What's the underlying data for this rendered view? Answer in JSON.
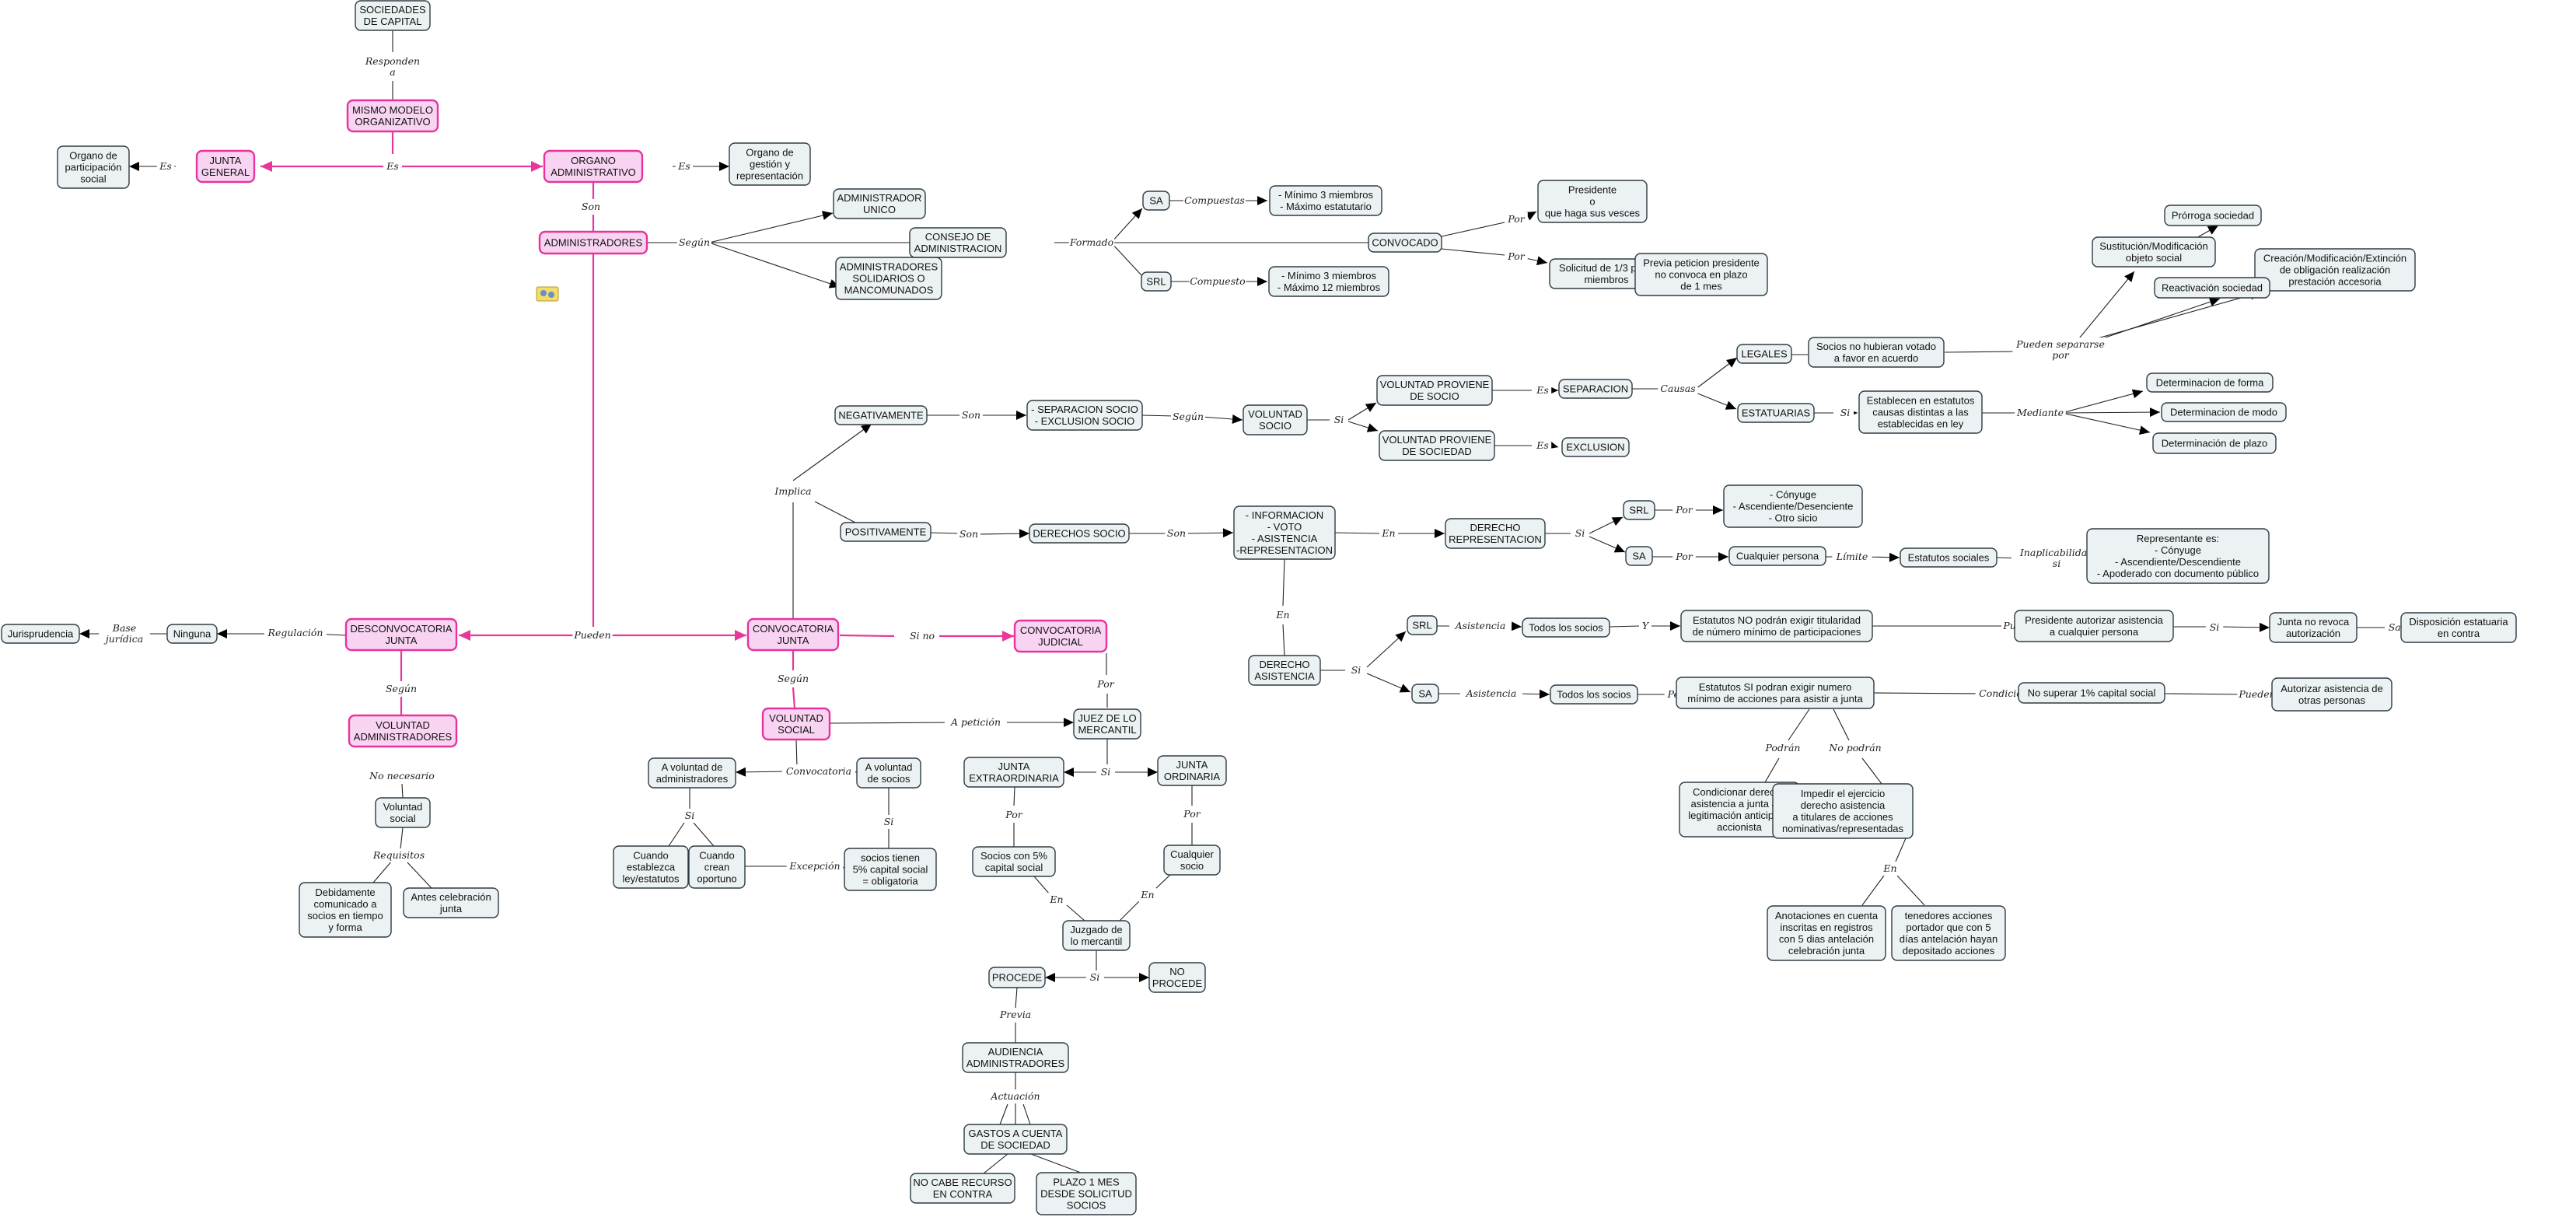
{
  "nodes": [
    {
      "id": "sociedades",
      "lines": [
        "SOCIEDADES",
        "DE CAPITAL"
      ],
      "pink": false
    },
    {
      "id": "mismo_modelo",
      "lines": [
        "MISMO MODELO",
        "ORGANIZATIVO"
      ],
      "pink": true
    },
    {
      "id": "organo_part",
      "lines": [
        "Organo de",
        "participación",
        "social"
      ],
      "pink": false
    },
    {
      "id": "junta_general",
      "lines": [
        "JUNTA",
        "GENERAL"
      ],
      "pink": true
    },
    {
      "id": "organo_adm",
      "lines": [
        "ORGANO",
        "ADMINISTRATIVO"
      ],
      "pink": true
    },
    {
      "id": "organo_gestion",
      "lines": [
        "Organo de",
        "gestión y",
        "representación"
      ],
      "pink": false
    },
    {
      "id": "administradores",
      "lines": [
        "ADMINISTRADORES"
      ],
      "pink": true
    },
    {
      "id": "adm_unico",
      "lines": [
        "ADMINISTRADOR",
        "UNICO"
      ],
      "pink": false
    },
    {
      "id": "adm_solidarios",
      "lines": [
        "ADMINISTRADORES",
        "SOLIDARIOS O",
        "MANCOMUNADOS"
      ],
      "pink": false
    },
    {
      "id": "consejo",
      "lines": [
        "CONSEJO DE",
        "ADMINISTRACION"
      ],
      "pink": false
    },
    {
      "id": "sa1",
      "lines": [
        "SA"
      ],
      "pink": false
    },
    {
      "id": "srl1",
      "lines": [
        "SRL"
      ],
      "pink": false
    },
    {
      "id": "min3_max_est",
      "lines": [
        "- Mínimo 3 miembros",
        "- Máximo estatutario"
      ],
      "pink": false
    },
    {
      "id": "min3_max12",
      "lines": [
        "- Mínimo 3 miembros",
        "- Máximo 12 miembros"
      ],
      "pink": false
    },
    {
      "id": "convocado",
      "lines": [
        "CONVOCADO"
      ],
      "pink": false
    },
    {
      "id": "presidente",
      "lines": [
        "Presidente",
        "o",
        "que haga sus vesces"
      ],
      "pink": false
    },
    {
      "id": "solicitud13",
      "lines": [
        "Solicitud de 1/3 parte",
        "miembros"
      ],
      "pink": false
    },
    {
      "id": "previa_peticion",
      "lines": [
        "Previa peticion presidente",
        "no convoca en plazo",
        "de 1 mes"
      ],
      "pink": false
    },
    {
      "id": "prorroga",
      "lines": [
        "Prórroga sociedad"
      ],
      "pink": false
    },
    {
      "id": "sustitucion",
      "lines": [
        "Sustitución/Modificación",
        "objeto social"
      ],
      "pink": false
    },
    {
      "id": "creacion",
      "lines": [
        "Creación/Modificación/Extinción",
        "de obligación realización",
        "prestación accesoria"
      ],
      "pink": false
    },
    {
      "id": "reactivacion",
      "lines": [
        "Reactivación sociedad"
      ],
      "pink": false
    },
    {
      "id": "legales",
      "lines": [
        "LEGALES"
      ],
      "pink": false
    },
    {
      "id": "socios_no_votado",
      "lines": [
        "Socios no hubieran votado",
        "a favor en acuerdo"
      ],
      "pink": false
    },
    {
      "id": "separacion",
      "lines": [
        "SEPARACION"
      ],
      "pink": false
    },
    {
      "id": "estatuarias",
      "lines": [
        "ESTATUARIAS"
      ],
      "pink": false
    },
    {
      "id": "establecen",
      "lines": [
        "Establecen en estatutos",
        "causas distintas a las",
        "establecidas en ley"
      ],
      "pink": false
    },
    {
      "id": "det_forma",
      "lines": [
        "Determinacion de forma"
      ],
      "pink": false
    },
    {
      "id": "det_modo",
      "lines": [
        "Determinacion  de modo"
      ],
      "pink": false
    },
    {
      "id": "det_plazo",
      "lines": [
        "Determinación de plazo"
      ],
      "pink": false
    },
    {
      "id": "negativamente",
      "lines": [
        "NEGATIVAMENTE"
      ],
      "pink": false
    },
    {
      "id": "sep_excl",
      "lines": [
        "- SEPARACION SOCIO",
        "- EXCLUSION SOCIO"
      ],
      "pink": false
    },
    {
      "id": "voluntad_socio",
      "lines": [
        "VOLUNTAD",
        "SOCIO"
      ],
      "pink": false
    },
    {
      "id": "vol_proviene_socio",
      "lines": [
        "VOLUNTAD PROVIENE",
        "DE SOCIO"
      ],
      "pink": false
    },
    {
      "id": "vol_proviene_soc",
      "lines": [
        "VOLUNTAD PROVIENE",
        "DE SOCIEDAD"
      ],
      "pink": false
    },
    {
      "id": "exclusion",
      "lines": [
        "EXCLUSION"
      ],
      "pink": false
    },
    {
      "id": "positivamente",
      "lines": [
        "POSITIVAMENTE"
      ],
      "pink": false
    },
    {
      "id": "derechos_socio",
      "lines": [
        "DERECHOS SOCIO"
      ],
      "pink": false
    },
    {
      "id": "informacion",
      "lines": [
        "- INFORMACION",
        "- VOTO",
        "- ASISTENCIA",
        "-REPRESENTACION"
      ],
      "pink": false
    },
    {
      "id": "derecho_repr",
      "lines": [
        "DERECHO",
        "REPRESENTACION"
      ],
      "pink": false
    },
    {
      "id": "srl2",
      "lines": [
        "SRL"
      ],
      "pink": false
    },
    {
      "id": "sa2",
      "lines": [
        "SA"
      ],
      "pink": false
    },
    {
      "id": "conyuge",
      "lines": [
        "- Cónyuge",
        "- Ascendiente/Desenciente",
        "- Otro sicio"
      ],
      "pink": false
    },
    {
      "id": "cualquier_persona",
      "lines": [
        "Cualquier persona"
      ],
      "pink": false
    },
    {
      "id": "estatutos_sociales",
      "lines": [
        "Estatutos sociales"
      ],
      "pink": false
    },
    {
      "id": "representante",
      "lines": [
        "Representante es:",
        "- Cónyuge",
        "- Ascendiente/Descendiente",
        "- Apoderado con documento público"
      ],
      "pink": false
    },
    {
      "id": "derecho_asistencia",
      "lines": [
        "DERECHO",
        "ASISTENCIA"
      ],
      "pink": false
    },
    {
      "id": "srl3",
      "lines": [
        "SRL"
      ],
      "pink": false
    },
    {
      "id": "sa3",
      "lines": [
        "SA"
      ],
      "pink": false
    },
    {
      "id": "todos_socios1",
      "lines": [
        "Todos los socios"
      ],
      "pink": false
    },
    {
      "id": "todos_socios2",
      "lines": [
        "Todos los socios"
      ],
      "pink": false
    },
    {
      "id": "estatutos_no",
      "lines": [
        "Estatutos NO podrán exigir titularidad",
        "de número mínimo de participaciones"
      ],
      "pink": false
    },
    {
      "id": "estatutos_si",
      "lines": [
        "Estatutos SI podran exigir numero",
        "mínimo de acciones para asistir a junta"
      ],
      "pink": false
    },
    {
      "id": "presidente_autorizar",
      "lines": [
        "Presidente autorizar asistencia",
        "a cualquier persona"
      ],
      "pink": false
    },
    {
      "id": "junta_no_revoca",
      "lines": [
        "Junta no revoca",
        "autorización"
      ],
      "pink": false
    },
    {
      "id": "disposicion",
      "lines": [
        "Disposición estatuaria",
        "en contra"
      ],
      "pink": false
    },
    {
      "id": "no_superar",
      "lines": [
        "No superar 1% capital social"
      ],
      "pink": false
    },
    {
      "id": "autorizar_asistencia",
      "lines": [
        "Autorizar asistencia de",
        "otras personas"
      ],
      "pink": false
    },
    {
      "id": "condicionar",
      "lines": [
        "Condicionar derecho",
        "asistencia a junta a la",
        "legitimación anticipada",
        "accionista"
      ],
      "pink": false
    },
    {
      "id": "impedir",
      "lines": [
        "Impedir el ejercicio",
        "derecho asistencia",
        "a titulares de acciones",
        "nominativas/representadas"
      ],
      "pink": false
    },
    {
      "id": "anotaciones",
      "lines": [
        "Anotaciones en cuenta",
        "inscritas en registros",
        "con 5 dias antelación",
        "celebración junta"
      ],
      "pink": false
    },
    {
      "id": "tenedores",
      "lines": [
        "tenedores acciones",
        "portador que con 5",
        "días antelación hayan",
        "depositado acciones"
      ],
      "pink": false
    },
    {
      "id": "jurisprudencia",
      "lines": [
        "Jurisprudencia"
      ],
      "pink": false
    },
    {
      "id": "ninguna",
      "lines": [
        "Ninguna"
      ],
      "pink": false
    },
    {
      "id": "desconvocatoria",
      "lines": [
        "DESCONVOCATORIA",
        "JUNTA"
      ],
      "pink": true
    },
    {
      "id": "voluntad_adm",
      "lines": [
        "VOLUNTAD",
        "ADMINISTRADORES"
      ],
      "pink": true
    },
    {
      "id": "voluntad_social",
      "lines": [
        "Voluntad",
        "social"
      ],
      "pink": false
    },
    {
      "id": "debidamente",
      "lines": [
        "Debidamente",
        "comunicado a",
        "socios en tiempo",
        "y forma"
      ],
      "pink": false
    },
    {
      "id": "antes_celebracion",
      "lines": [
        "Antes celebración",
        "junta"
      ],
      "pink": false
    },
    {
      "id": "convocatoria_junta",
      "lines": [
        "CONVOCATORIA",
        "JUNTA"
      ],
      "pink": true
    },
    {
      "id": "convocatoria_judicial",
      "lines": [
        "CONVOCATORIA",
        "JUDICIAL"
      ],
      "pink": true
    },
    {
      "id": "voluntad_social_p",
      "lines": [
        "VOLUNTAD",
        "SOCIAL"
      ],
      "pink": true
    },
    {
      "id": "juez_mercantil",
      "lines": [
        "JUEZ DE LO",
        "MERCANTIL"
      ],
      "pink": false
    },
    {
      "id": "a_vol_adm",
      "lines": [
        "A voluntad de",
        "administradores"
      ],
      "pink": false
    },
    {
      "id": "a_vol_socios",
      "lines": [
        "A voluntad",
        "de socios"
      ],
      "pink": false
    },
    {
      "id": "cuando_establezca",
      "lines": [
        "Cuando",
        "establezca",
        "ley/estatutos"
      ],
      "pink": false
    },
    {
      "id": "cuando_crean",
      "lines": [
        "Cuando",
        "crean",
        "oportuno"
      ],
      "pink": false
    },
    {
      "id": "socios_tienen",
      "lines": [
        "socios tienen",
        "5% capital social",
        "= obligatoria"
      ],
      "pink": false
    },
    {
      "id": "junta_extra",
      "lines": [
        "JUNTA",
        "EXTRAORDINARIA"
      ],
      "pink": false
    },
    {
      "id": "junta_ord",
      "lines": [
        "JUNTA",
        "ORDINARIA"
      ],
      "pink": false
    },
    {
      "id": "socios_5",
      "lines": [
        "Socios con 5%",
        "capital social"
      ],
      "pink": false
    },
    {
      "id": "cualquier_socio",
      "lines": [
        "Cualquier",
        "socio"
      ],
      "pink": false
    },
    {
      "id": "juzgado",
      "lines": [
        "Juzgado de",
        "lo mercantil"
      ],
      "pink": false
    },
    {
      "id": "procede",
      "lines": [
        "PROCEDE"
      ],
      "pink": false
    },
    {
      "id": "no_procede",
      "lines": [
        "NO",
        "PROCEDE"
      ],
      "pink": false
    },
    {
      "id": "audiencia",
      "lines": [
        "AUDIENCIA",
        "ADMINISTRADORES"
      ],
      "pink": false
    },
    {
      "id": "gastos",
      "lines": [
        "GASTOS A CUENTA",
        "DE SOCIEDAD"
      ],
      "pink": false
    },
    {
      "id": "no_cabe",
      "lines": [
        "NO CABE RECURSO",
        "EN CONTRA"
      ],
      "pink": false
    },
    {
      "id": "plazo_1mes",
      "lines": [
        "PLAZO 1 MES",
        "DESDE SOLICITUD",
        "SOCIOS"
      ],
      "pink": false
    }
  ],
  "links": [
    {
      "id": "l_responden",
      "text": [
        "Responden",
        "a"
      ]
    },
    {
      "id": "l_es_center",
      "text": [
        "Es"
      ]
    },
    {
      "id": "l_es_jg",
      "text": [
        "Es"
      ]
    },
    {
      "id": "l_es_oa",
      "text": [
        "Es"
      ]
    },
    {
      "id": "l_son",
      "text": [
        "Son"
      ]
    },
    {
      "id": "l_segun_adm",
      "text": [
        "Según"
      ]
    },
    {
      "id": "l_formado",
      "text": [
        "Formado"
      ]
    },
    {
      "id": "l_compuestas",
      "text": [
        "Compuestas"
      ]
    },
    {
      "id": "l_compuesto",
      "text": [
        "Compuesto"
      ]
    },
    {
      "id": "l_por1",
      "text": [
        "Por"
      ]
    },
    {
      "id": "l_por2",
      "text": [
        "Por"
      ]
    },
    {
      "id": "l_si_prev",
      "text": [
        "Si"
      ]
    },
    {
      "id": "l_pueden_separarse",
      "text": [
        "Pueden separarse",
        "por"
      ]
    },
    {
      "id": "l_si_leg",
      "text": [
        "Si"
      ]
    },
    {
      "id": "l_causas",
      "text": [
        "Causas"
      ]
    },
    {
      "id": "l_es_sep",
      "text": [
        "Es"
      ]
    },
    {
      "id": "l_es_excl",
      "text": [
        "Es"
      ]
    },
    {
      "id": "l_si_est",
      "text": [
        "Si"
      ]
    },
    {
      "id": "l_mediante",
      "text": [
        "Mediante"
      ]
    },
    {
      "id": "l_son_neg",
      "text": [
        "Son"
      ]
    },
    {
      "id": "l_segun_neg",
      "text": [
        "Según"
      ]
    },
    {
      "id": "l_si_vol",
      "text": [
        "Si"
      ]
    },
    {
      "id": "l_implica",
      "text": [
        "Implica"
      ]
    },
    {
      "id": "l_son_pos",
      "text": [
        "Son"
      ]
    },
    {
      "id": "l_son_der",
      "text": [
        "Son"
      ]
    },
    {
      "id": "l_en_rep",
      "text": [
        "En"
      ]
    },
    {
      "id": "l_si_rep",
      "text": [
        "Si"
      ]
    },
    {
      "id": "l_por_srl",
      "text": [
        "Por"
      ]
    },
    {
      "id": "l_por_sa",
      "text": [
        "Por"
      ]
    },
    {
      "id": "l_limite",
      "text": [
        "Límite"
      ]
    },
    {
      "id": "l_inaplicabilidad",
      "text": [
        "Inaplicabilidad",
        "si"
      ]
    },
    {
      "id": "l_en_asist",
      "text": [
        "En"
      ]
    },
    {
      "id": "l_si_asist",
      "text": [
        "Si"
      ]
    },
    {
      "id": "l_asistencia1",
      "text": [
        "Asistencia"
      ]
    },
    {
      "id": "l_asistencia2",
      "text": [
        "Asistencia"
      ]
    },
    {
      "id": "l_y",
      "text": [
        "Y"
      ]
    },
    {
      "id": "l_puede",
      "text": [
        "Puede"
      ]
    },
    {
      "id": "l_si_junta",
      "text": [
        "Si"
      ]
    },
    {
      "id": "l_salvo",
      "text": [
        "Salvo"
      ]
    },
    {
      "id": "l_pero",
      "text": [
        "Pero"
      ]
    },
    {
      "id": "l_condicion",
      "text": [
        "Condición"
      ]
    },
    {
      "id": "l_pueden_aut",
      "text": [
        "Pueden"
      ]
    },
    {
      "id": "l_podran",
      "text": [
        "Podrán"
      ]
    },
    {
      "id": "l_no_podran",
      "text": [
        "No podrán"
      ]
    },
    {
      "id": "l_en_imp",
      "text": [
        "En"
      ]
    },
    {
      "id": "l_base",
      "text": [
        "Base",
        "jurídica"
      ]
    },
    {
      "id": "l_regulacion",
      "text": [
        "Regulación"
      ]
    },
    {
      "id": "l_pueden_main",
      "text": [
        "Pueden"
      ]
    },
    {
      "id": "l_segun_desc",
      "text": [
        "Según"
      ]
    },
    {
      "id": "l_no_necesario",
      "text": [
        "No necesario"
      ]
    },
    {
      "id": "l_requisitos",
      "text": [
        "Requisitos"
      ]
    },
    {
      "id": "l_si_no",
      "text": [
        "Si no"
      ]
    },
    {
      "id": "l_segun_conv",
      "text": [
        "Según"
      ]
    },
    {
      "id": "l_a_peticion",
      "text": [
        "A petición"
      ]
    },
    {
      "id": "l_por_jud",
      "text": [
        "Por"
      ]
    },
    {
      "id": "l_convocatoria",
      "text": [
        "Convocatoria"
      ]
    },
    {
      "id": "l_si_adm",
      "text": [
        "Si"
      ]
    },
    {
      "id": "l_si_soc",
      "text": [
        "Si"
      ]
    },
    {
      "id": "l_excepcion",
      "text": [
        "Excepción"
      ]
    },
    {
      "id": "l_si_juez",
      "text": [
        "Si"
      ]
    },
    {
      "id": "l_por_extra",
      "text": [
        "Por"
      ]
    },
    {
      "id": "l_por_ord",
      "text": [
        "Por"
      ]
    },
    {
      "id": "l_en_extra",
      "text": [
        "En"
      ]
    },
    {
      "id": "l_en_ord",
      "text": [
        "En"
      ]
    },
    {
      "id": "l_si_juzg",
      "text": [
        "Si"
      ]
    },
    {
      "id": "l_previa",
      "text": [
        "Previa"
      ]
    },
    {
      "id": "l_actuacion",
      "text": [
        "Actuación"
      ]
    }
  ]
}
